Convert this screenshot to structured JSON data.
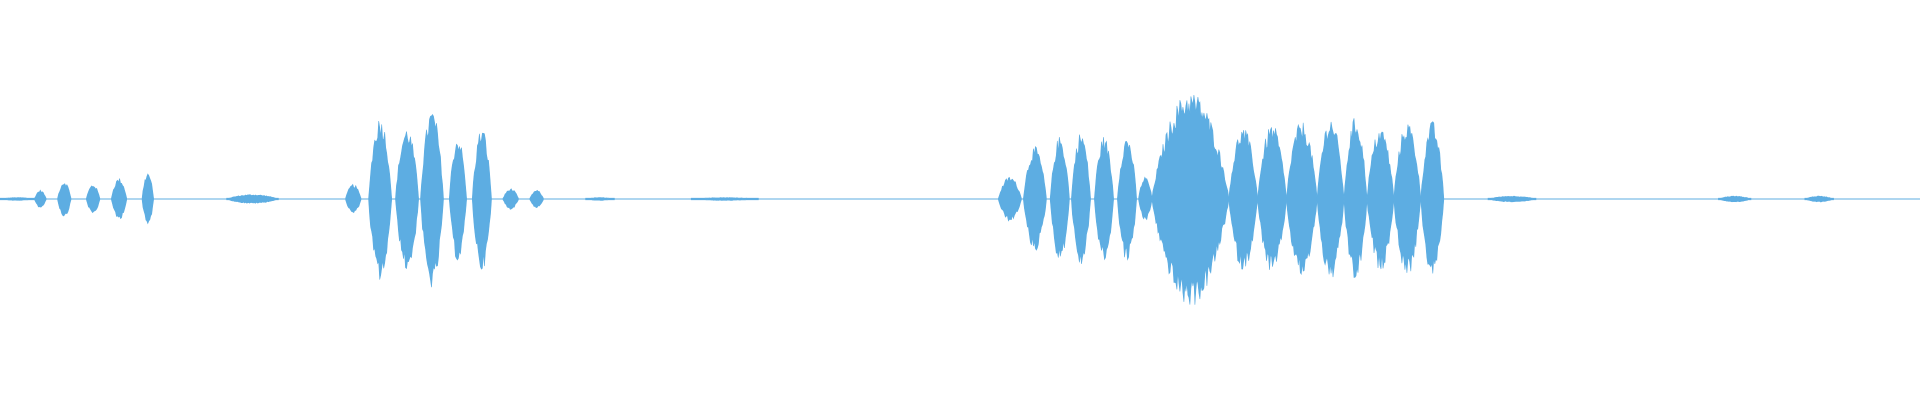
{
  "waveform": {
    "color": "#5dade2",
    "background": "#ffffff",
    "duration_fraction_segments": [
      {
        "start": 0.0,
        "end": 0.018,
        "peak": 0.01
      },
      {
        "start": 0.018,
        "end": 0.024,
        "peak": 0.06
      },
      {
        "start": 0.03,
        "end": 0.037,
        "peak": 0.12
      },
      {
        "start": 0.045,
        "end": 0.052,
        "peak": 0.1
      },
      {
        "start": 0.058,
        "end": 0.066,
        "peak": 0.14
      },
      {
        "start": 0.074,
        "end": 0.08,
        "peak": 0.18
      },
      {
        "start": 0.118,
        "end": 0.145,
        "peak": 0.03
      },
      {
        "start": 0.18,
        "end": 0.188,
        "peak": 0.1
      },
      {
        "start": 0.192,
        "end": 0.204,
        "peak": 0.55
      },
      {
        "start": 0.206,
        "end": 0.218,
        "peak": 0.48
      },
      {
        "start": 0.219,
        "end": 0.231,
        "peak": 0.6
      },
      {
        "start": 0.234,
        "end": 0.243,
        "peak": 0.42
      },
      {
        "start": 0.246,
        "end": 0.256,
        "peak": 0.48
      },
      {
        "start": 0.262,
        "end": 0.27,
        "peak": 0.07
      },
      {
        "start": 0.276,
        "end": 0.283,
        "peak": 0.06
      },
      {
        "start": 0.305,
        "end": 0.32,
        "peak": 0.01
      },
      {
        "start": 0.36,
        "end": 0.395,
        "peak": 0.01
      },
      {
        "start": 0.52,
        "end": 0.532,
        "peak": 0.15
      },
      {
        "start": 0.533,
        "end": 0.545,
        "peak": 0.35
      },
      {
        "start": 0.547,
        "end": 0.557,
        "peak": 0.42
      },
      {
        "start": 0.558,
        "end": 0.568,
        "peak": 0.45
      },
      {
        "start": 0.57,
        "end": 0.58,
        "peak": 0.42
      },
      {
        "start": 0.582,
        "end": 0.592,
        "peak": 0.42
      },
      {
        "start": 0.593,
        "end": 0.6,
        "peak": 0.15
      },
      {
        "start": 0.6,
        "end": 0.64,
        "peak": 0.72
      },
      {
        "start": 0.64,
        "end": 0.655,
        "peak": 0.48
      },
      {
        "start": 0.655,
        "end": 0.67,
        "peak": 0.5
      },
      {
        "start": 0.67,
        "end": 0.686,
        "peak": 0.52
      },
      {
        "start": 0.686,
        "end": 0.7,
        "peak": 0.55
      },
      {
        "start": 0.7,
        "end": 0.712,
        "peak": 0.55
      },
      {
        "start": 0.712,
        "end": 0.726,
        "peak": 0.48
      },
      {
        "start": 0.726,
        "end": 0.74,
        "peak": 0.52
      },
      {
        "start": 0.74,
        "end": 0.752,
        "peak": 0.52
      },
      {
        "start": 0.775,
        "end": 0.8,
        "peak": 0.02
      },
      {
        "start": 0.895,
        "end": 0.912,
        "peak": 0.02
      },
      {
        "start": 0.94,
        "end": 0.955,
        "peak": 0.02
      }
    ]
  }
}
